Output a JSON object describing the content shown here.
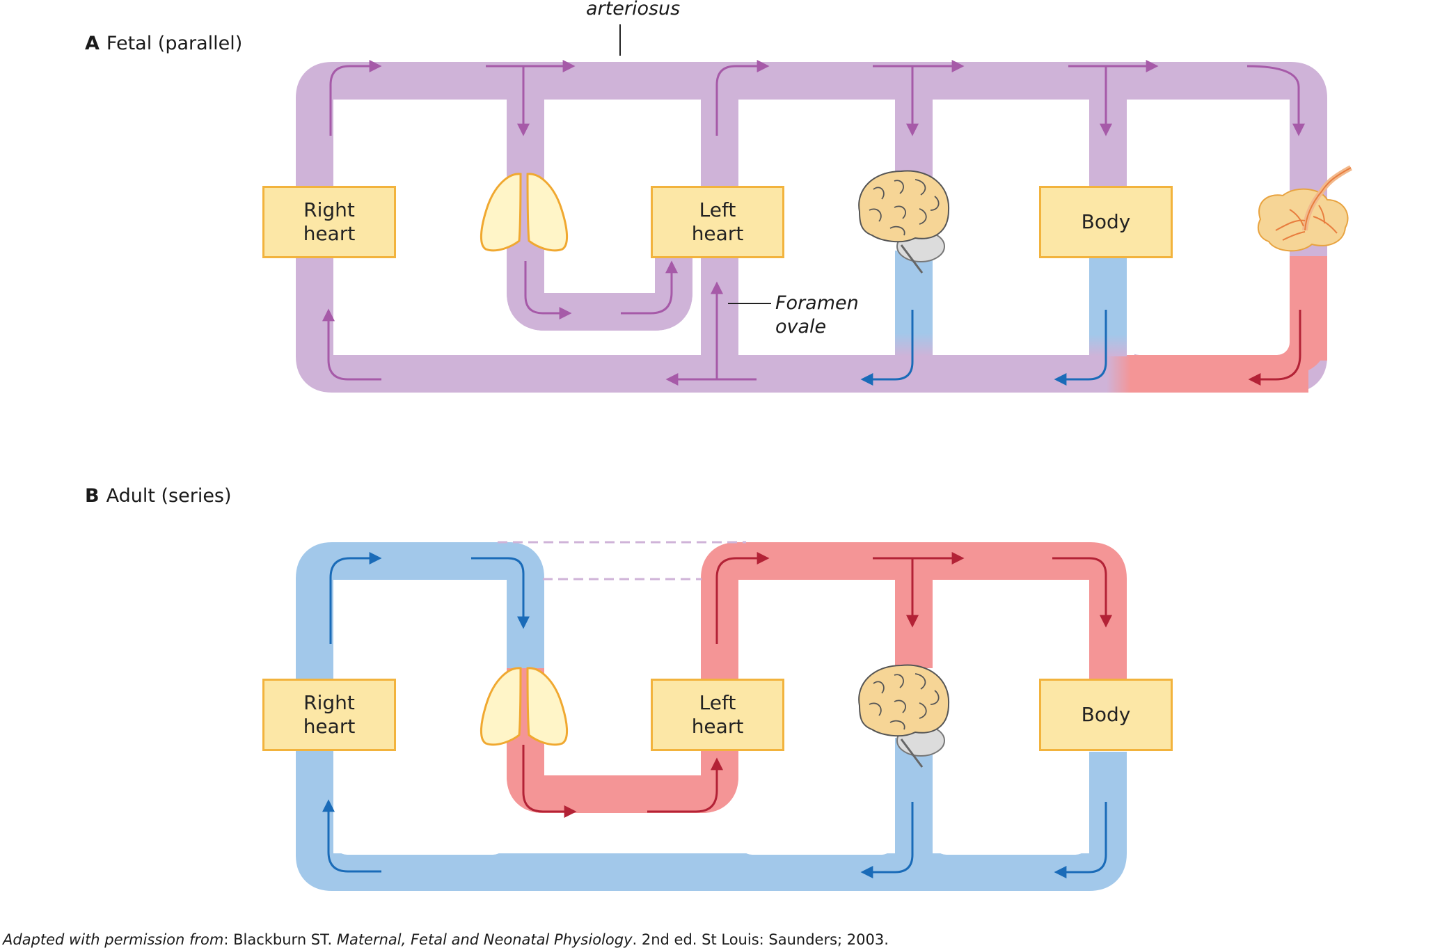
{
  "panel_a": {
    "letter": "A",
    "title": "Fetal (parallel)",
    "right_heart": "Right\nheart",
    "left_heart": "Left\nheart",
    "body": "Body",
    "ductus_label": "arteriosus",
    "foramen_label": "Foramen\novale"
  },
  "panel_b": {
    "letter": "B",
    "title": "Adult (series)",
    "right_heart": "Right\nheart",
    "left_heart": "Left\nheart",
    "body": "Body"
  },
  "caption": {
    "part1": "Adapted with permission from",
    "part2": ": Blackburn ST. ",
    "part3": "Maternal, Fetal and Neonatal Physiology",
    "part4": ". 2nd ed. St Louis: Saunders; 2003."
  },
  "colors": {
    "mixed": "#cfb3d8",
    "mixed_arrow": "#a65aa8",
    "deoxygenated": "#a2c8ea",
    "deoxygenated_arrow": "#1a6bb8",
    "oxygenated": "#f49596",
    "oxygenated_arrow": "#b32236",
    "box_fill": "#fce7a6",
    "box_border": "#f2b33d"
  },
  "icons": [
    "lungs-icon",
    "brain-icon",
    "placenta-icon"
  ]
}
